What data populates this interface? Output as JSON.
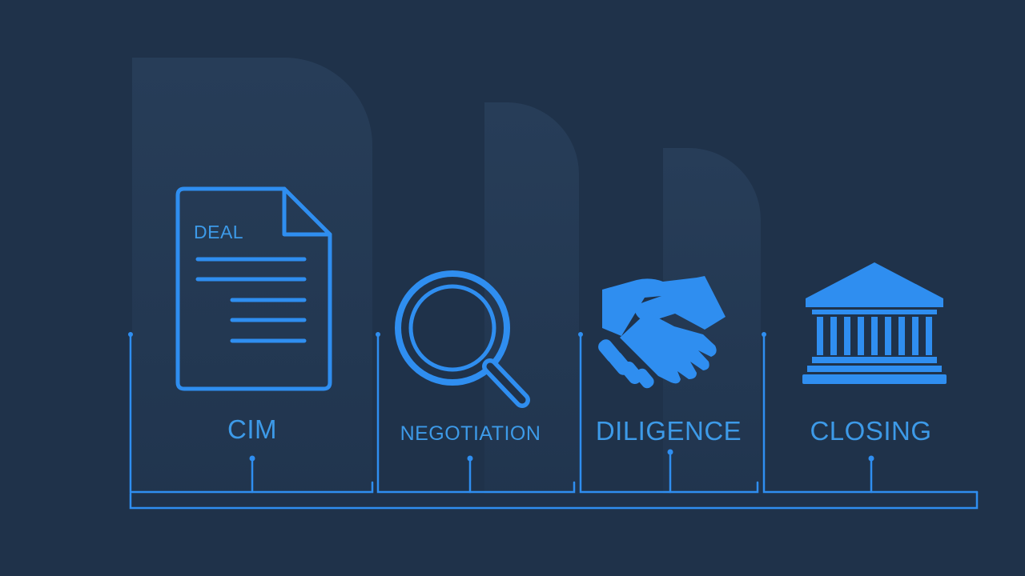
{
  "colors": {
    "background": "#1f324a",
    "accent": "#3d9ae8",
    "accent_bright": "#2f8ef0"
  },
  "stages": [
    {
      "id": "cim",
      "label": "CIM",
      "icon": "document-icon",
      "icon_text": "DEAL"
    },
    {
      "id": "negotiation",
      "label": "NEGOTIATION",
      "icon": "magnifier-icon"
    },
    {
      "id": "diligence",
      "label": "DILIGENCE",
      "icon": "handshake-icon"
    },
    {
      "id": "closing",
      "label": "CLOSING",
      "icon": "bank-building-icon"
    }
  ]
}
